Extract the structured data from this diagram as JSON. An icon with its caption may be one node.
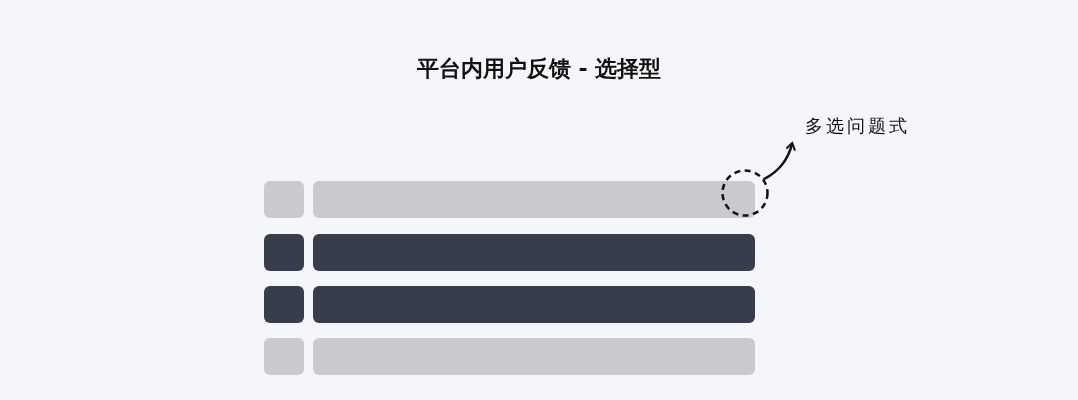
{
  "diagram": {
    "title": "平台内用户反馈 - 选择型",
    "nodes": [
      {
        "text": [
          "多选问题式"
        ]
      },
      {
        "text": [],
        "shape": "circle"
      },
      {
        "text": [],
        "shape": "box"
      },
      {
        "text": [],
        "shape": "bar"
      },
      {
        "text": [],
        "shape": "box"
      },
      {
        "text": [],
        "shape": "bar"
      },
      {
        "text": [],
        "shape": "box"
      },
      {
        "text": [],
        "shape": "bar"
      },
      {
        "text": [],
        "shape": "box"
      },
      {
        "text": [],
        "shape": "bar"
      }
    ],
    "edges": [
      {
        "from": 1,
        "to": 0,
        "arrow": "to"
      }
    ]
  }
}
